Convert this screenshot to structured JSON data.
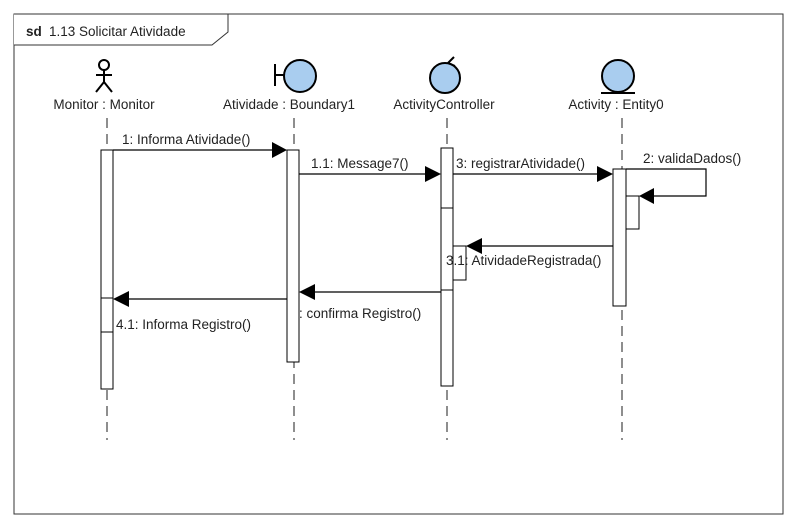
{
  "frame": {
    "keyword": "sd",
    "title": "1.13 Solicitar Atividade"
  },
  "lifelines": [
    {
      "id": "monitor",
      "kind": "actor",
      "label": "Monitor : Monitor"
    },
    {
      "id": "boundary",
      "kind": "boundary",
      "label": "Atividade : Boundary1"
    },
    {
      "id": "controller",
      "kind": "control",
      "label": "ActivityController"
    },
    {
      "id": "entity",
      "kind": "entity",
      "label": "Activity : Entity0"
    }
  ],
  "messages": [
    {
      "id": "m1",
      "label": "1: Informa Atividade()",
      "from": "monitor",
      "to": "boundary",
      "type": "sync"
    },
    {
      "id": "m2",
      "label": "1.1: Message7()",
      "from": "boundary",
      "to": "controller",
      "type": "sync"
    },
    {
      "id": "m3",
      "label": "3: registrarAtividade()",
      "from": "controller",
      "to": "entity",
      "type": "sync"
    },
    {
      "id": "m4",
      "label": "2: validaDados()",
      "from": "entity",
      "to": "entity",
      "type": "self"
    },
    {
      "id": "m5",
      "label": "3.1: AtividadeRegistrada()",
      "from": "entity",
      "to": "controller",
      "type": "reply"
    },
    {
      "id": "m6",
      "label": ": confirma Registro()",
      "from": "controller",
      "to": "boundary",
      "type": "reply"
    },
    {
      "id": "m7",
      "label": "4.1: Informa Registro()",
      "from": "boundary",
      "to": "monitor",
      "type": "reply"
    }
  ],
  "colors": {
    "line": "#000000",
    "icon_fill": "#a9cdef",
    "lifeline_dash": "#444444",
    "frame_border": "#333333"
  }
}
